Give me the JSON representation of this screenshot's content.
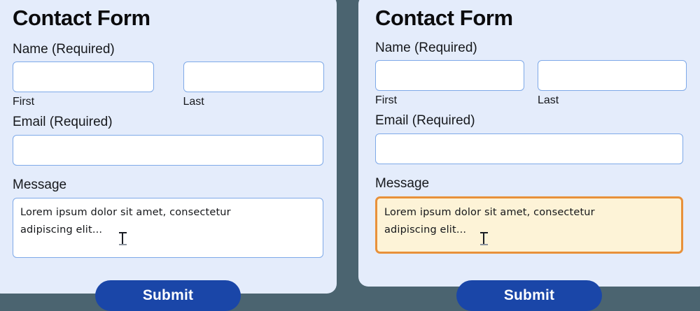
{
  "background_color": "#4b6470",
  "panels": [
    {
      "id": "left",
      "variant": "default",
      "title": "Contact Form",
      "name_label": "Name (Required)",
      "first_sub_label": "First",
      "last_sub_label": "Last",
      "first_value": "",
      "last_value": "",
      "email_label": "Email (Required)",
      "email_value": "",
      "message_label": "Message",
      "message_value": "Lorem ipsum dolor sit amet, consectetur adipiscing elit...",
      "submit_label": "Submit",
      "panel_color": "#e4ecfb",
      "input_border_color": "#7ea9e8",
      "input_background": "#ffffff",
      "submit_color": "#1a46a8",
      "cursor_icon": "i-beam-cursor"
    },
    {
      "id": "right",
      "variant": "focused-message",
      "title": "Contact Form",
      "name_label": "Name (Required)",
      "first_sub_label": "First",
      "last_sub_label": "Last",
      "first_value": "",
      "last_value": "",
      "email_label": "Email (Required)",
      "email_value": "",
      "message_label": "Message",
      "message_value": "Lorem ipsum dolor sit amet, consectetur adipiscing elit...",
      "submit_label": "Submit",
      "panel_color": "#e4ecfb",
      "input_border_color": "#7ea9e8",
      "input_background": "#ffffff",
      "message_highlight_border": "#e8913a",
      "message_highlight_background": "#fdf3d7",
      "submit_color": "#1a46a8",
      "cursor_icon": "i-beam-cursor"
    }
  ]
}
